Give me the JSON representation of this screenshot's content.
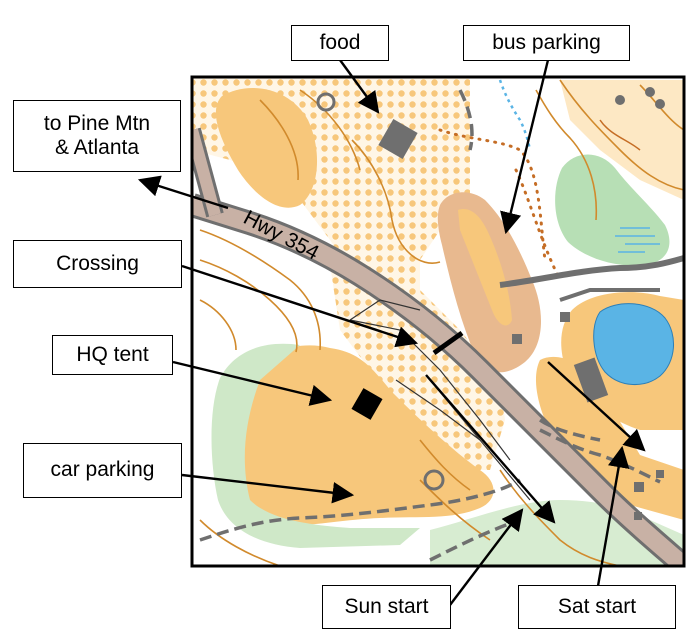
{
  "map": {
    "road_label": "Hwy 354",
    "colors": {
      "open_land": "#f7c77b",
      "rough_open": "#fde8c4",
      "contour": "#d18a2c",
      "road": "#b9a9a2",
      "green": "#b7dfb5",
      "water": "#5ab4e5",
      "paved": "#e8b98f",
      "frame": "#000000"
    }
  },
  "callouts": {
    "food": "food",
    "bus_parking": "bus parking",
    "pine_mtn": "to Pine Mtn\n& Atlanta",
    "crossing": "Crossing",
    "hq_tent": "HQ tent",
    "car_parking": "car parking",
    "sun_start": "Sun start",
    "sat_start": "Sat start"
  }
}
